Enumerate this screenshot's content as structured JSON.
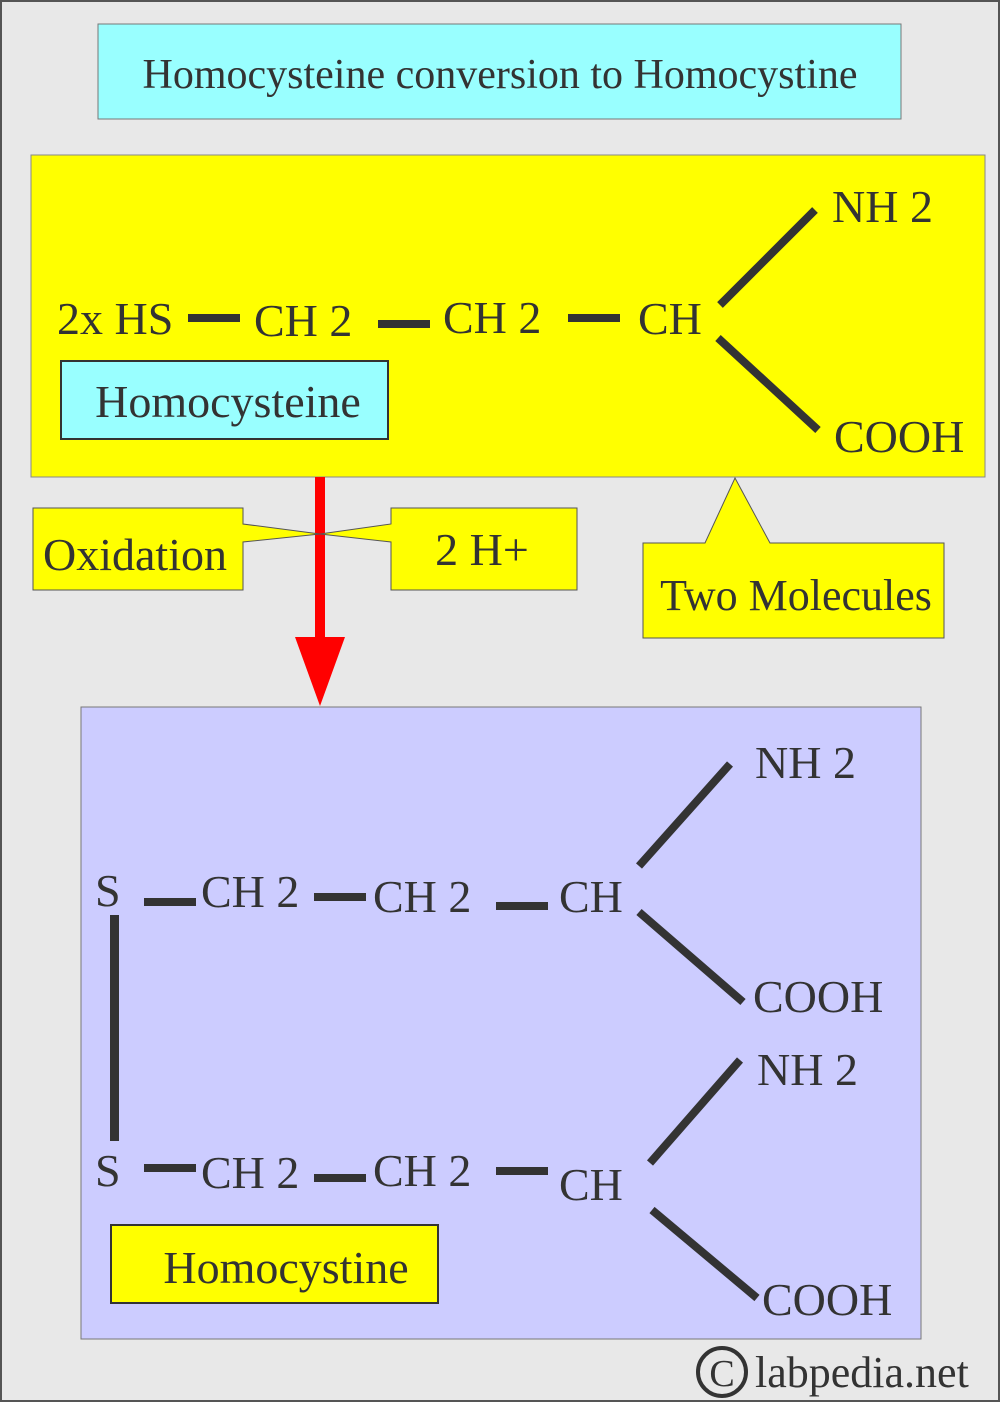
{
  "title": "Homocysteine conversion to Homocystine",
  "colors": {
    "background": "#e8e8e8",
    "cyan": "#99ffff",
    "yellow": "#ffff00",
    "lavender": "#ccccff",
    "arrow": "#ff0000",
    "ink": "#333333"
  },
  "homocysteine": {
    "prefix": "2x HS",
    "ch2a": "CH 2",
    "ch2b": "CH 2",
    "ch": "CH",
    "nh2": "NH 2",
    "cooh": "COOH",
    "label": "Homocysteine"
  },
  "callouts": {
    "oxidation": "Oxidation",
    "hydrogen": "2 H+",
    "two_molecules": "Two Molecules"
  },
  "homocystine": {
    "top": {
      "s": "S",
      "ch2a": "CH 2",
      "ch2b": "CH 2",
      "ch": "CH",
      "nh2": "NH 2",
      "cooh": "COOH"
    },
    "bottom": {
      "s": "S",
      "ch2a": "CH 2",
      "ch2b": "CH 2",
      "ch": "CH",
      "nh2": "NH 2",
      "cooh": "COOH"
    },
    "label": "Homocystine"
  },
  "watermark": {
    "symbol": "C",
    "text": "labpedia.net"
  }
}
